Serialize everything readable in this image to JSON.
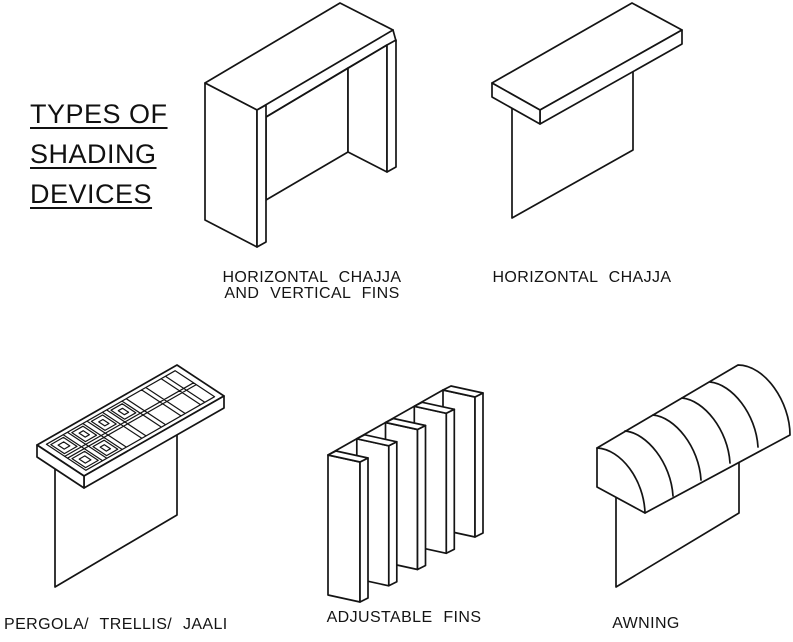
{
  "title": {
    "line1": "TYPES OF",
    "line2": "SHADING",
    "line3": "DEVICES"
  },
  "figures": [
    {
      "name": "horizontal-chajja-and-vertical-fins",
      "label_line1": "HORIZONTAL CHAJJA",
      "label_line2": "AND VERTICAL FINS"
    },
    {
      "name": "horizontal-chajja",
      "label_line1": "HORIZONTAL CHAJJA"
    },
    {
      "name": "pergola-trellis-jaali",
      "label_line1": "PERGOLA/ TRELLIS/ JAALI"
    },
    {
      "name": "adjustable-fins",
      "label_line1": "ADJUSTABLE FINS"
    },
    {
      "name": "awning",
      "label_line1": "AWNING"
    }
  ],
  "colors": {
    "line": "#141414",
    "background": "#ffffff"
  }
}
